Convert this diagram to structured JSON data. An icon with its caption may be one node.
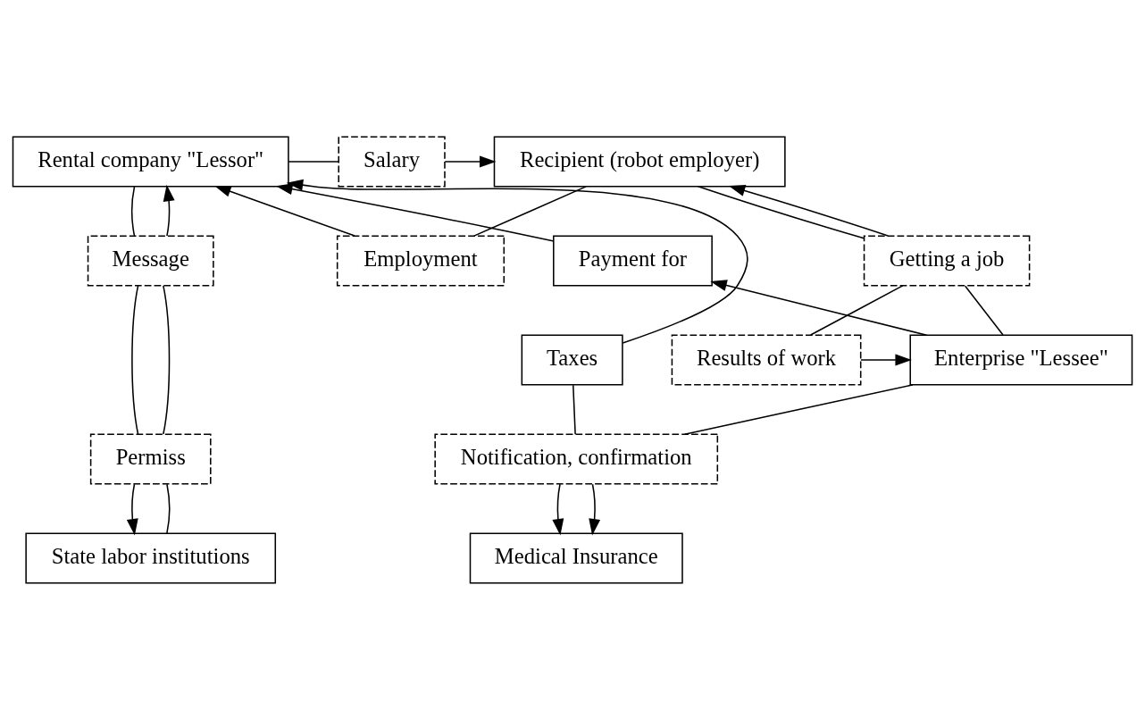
{
  "diagram": {
    "nodes": [
      {
        "text": [
          "Rental company \"Lessor\""
        ]
      },
      {
        "text": [
          "Salary"
        ]
      },
      {
        "text": [
          "Recipient (robot employer)"
        ]
      },
      {
        "text": [
          "Employment"
        ]
      },
      {
        "text": [
          "Payment for"
        ]
      },
      {
        "text": [
          "Getting a job"
        ]
      },
      {
        "text": [
          "Message"
        ]
      },
      {
        "text": [
          "Enterprise \"Lessee\""
        ]
      },
      {
        "text": [
          "Results of work"
        ]
      },
      {
        "text": [
          "Taxes"
        ]
      },
      {
        "text": [
          "Permiss"
        ]
      },
      {
        "text": [
          "Notification, confirmation"
        ]
      },
      {
        "text": [
          "State labor institutions"
        ]
      },
      {
        "text": [
          "Medical Insurance"
        ]
      }
    ],
    "edges": [
      {
        "from": 0,
        "to": 1,
        "arrow": "none"
      },
      {
        "from": 1,
        "to": 2,
        "arrow": "to"
      },
      {
        "from": 2,
        "to": 3,
        "arrow": "none"
      },
      {
        "from": 3,
        "to": 0,
        "arrow": "to"
      },
      {
        "from": 0,
        "to": 6,
        "arrow": "none"
      },
      {
        "from": 6,
        "to": 10,
        "arrow": "none"
      },
      {
        "from": 10,
        "to": 12,
        "arrow": "to"
      },
      {
        "from": 12,
        "to": 10,
        "arrow": "none"
      },
      {
        "from": 10,
        "to": 6,
        "arrow": "none"
      },
      {
        "from": 6,
        "to": 0,
        "arrow": "to"
      },
      {
        "from": 4,
        "to": 0,
        "arrow": "to"
      },
      {
        "from": 7,
        "to": 4,
        "arrow": "to"
      },
      {
        "from": 2,
        "to": 5,
        "arrow": "none"
      },
      {
        "from": 5,
        "to": 2,
        "arrow": "to"
      },
      {
        "from": 5,
        "to": 7,
        "arrow": "none"
      },
      {
        "from": 5,
        "to": 8,
        "arrow": "none"
      },
      {
        "from": 8,
        "to": 7,
        "arrow": "to"
      },
      {
        "from": 9,
        "to": 0,
        "arrow": "to"
      },
      {
        "from": 9,
        "to": 11,
        "arrow": "none"
      },
      {
        "from": 7,
        "to": 11,
        "arrow": "none"
      },
      {
        "from": 11,
        "to": 13,
        "arrow": "to"
      },
      {
        "from": 11,
        "to": 13,
        "arrow": "to"
      }
    ]
  }
}
